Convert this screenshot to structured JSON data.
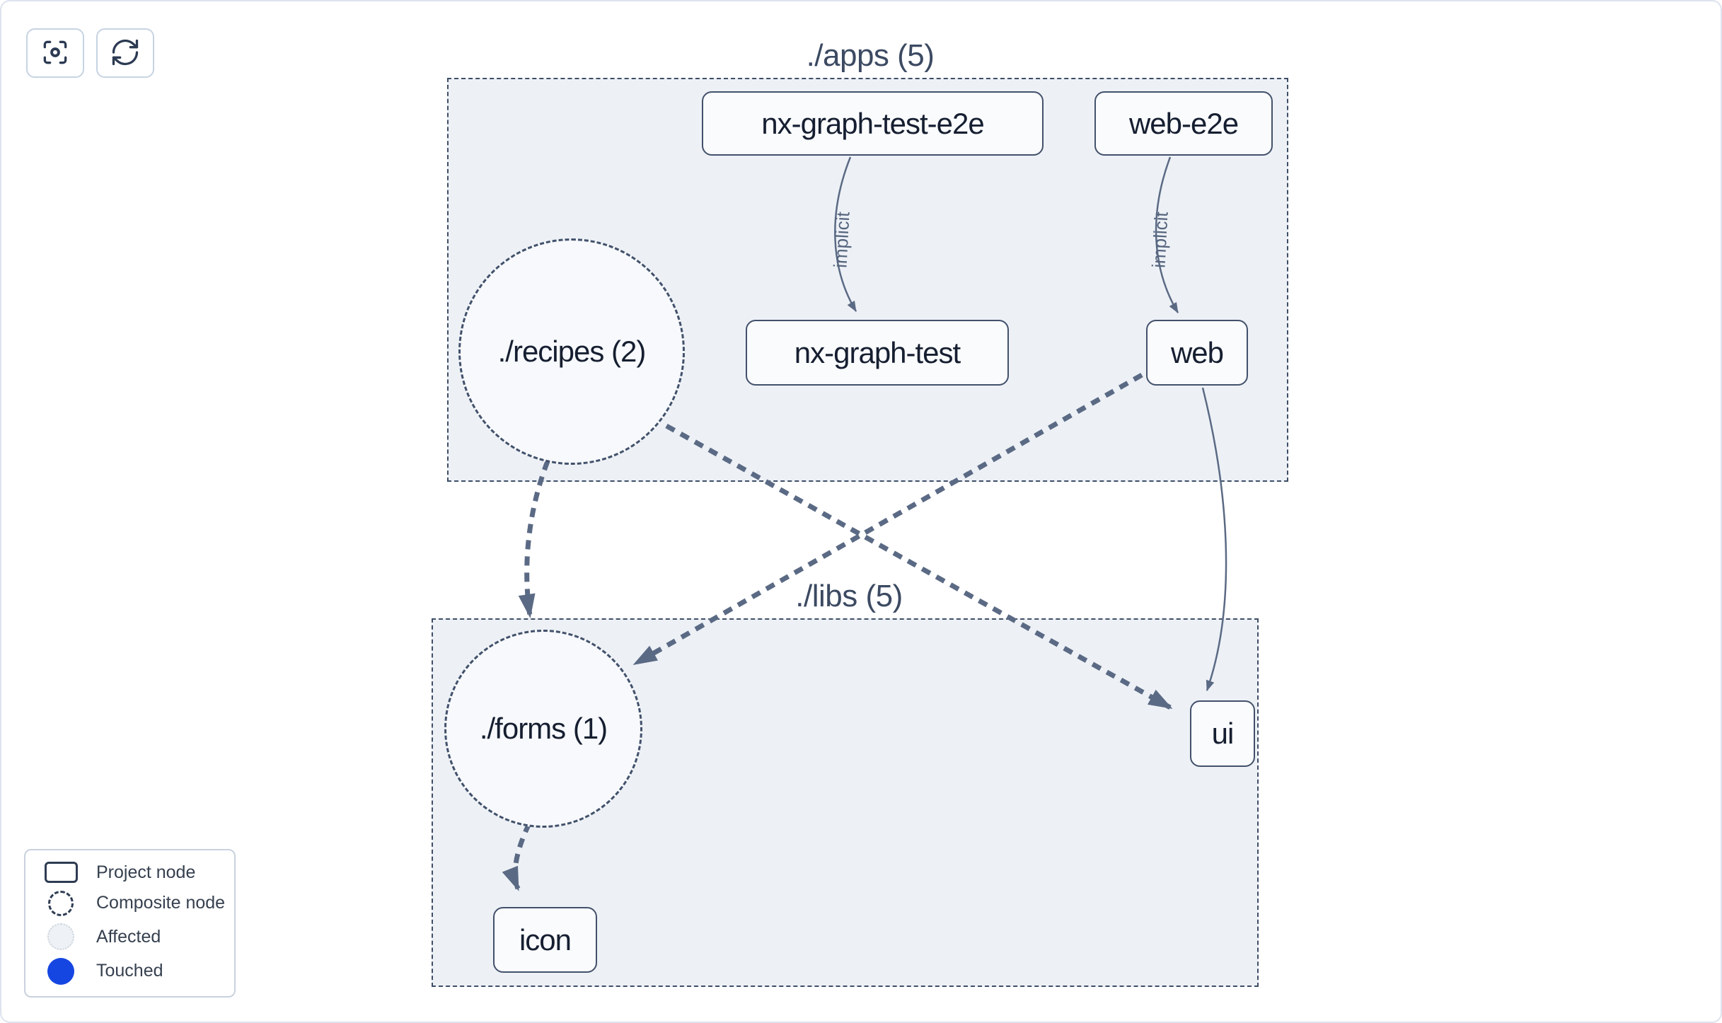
{
  "app": {
    "name": "nx-project-graph",
    "colors": {
      "edge_slate": "#5b6a84",
      "group_fill": "#edf1f6",
      "group_border": "#3f4d66",
      "node_border": "#42516b",
      "node_text": "#161f31",
      "touched_blue": "#1646e2",
      "affected_fill": "#eef1f5"
    }
  },
  "toolbar": {
    "buttons": [
      {
        "name": "focus",
        "icon": "focus-icon"
      },
      {
        "name": "refresh",
        "icon": "refresh-icon"
      }
    ]
  },
  "graph": {
    "groups": [
      {
        "id": "apps",
        "label": "./apps (5)"
      },
      {
        "id": "libs",
        "label": "./libs (5)"
      }
    ],
    "nodes": [
      {
        "id": "nx-graph-test-e2e",
        "label": "nx-graph-test-e2e",
        "type": "project",
        "group": "apps"
      },
      {
        "id": "web-e2e",
        "label": "web-e2e",
        "type": "project",
        "group": "apps"
      },
      {
        "id": "nx-graph-test",
        "label": "nx-graph-test",
        "type": "project",
        "group": "apps"
      },
      {
        "id": "web",
        "label": "web",
        "type": "project",
        "group": "apps"
      },
      {
        "id": "recipes",
        "label": "./recipes (2)",
        "type": "composite",
        "group": "apps"
      },
      {
        "id": "forms",
        "label": "./forms (1)",
        "type": "composite",
        "group": "libs"
      },
      {
        "id": "ui",
        "label": "ui",
        "type": "project",
        "group": "libs"
      },
      {
        "id": "icon",
        "label": "icon",
        "type": "project",
        "group": "libs"
      }
    ],
    "edges": [
      {
        "from": "nx-graph-test-e2e",
        "to": "nx-graph-test",
        "style": "solid",
        "label": "implicit"
      },
      {
        "from": "web-e2e",
        "to": "web",
        "style": "solid",
        "label": "implicit"
      },
      {
        "from": "recipes",
        "to": "forms",
        "style": "dashed",
        "label": ""
      },
      {
        "from": "recipes",
        "to": "ui",
        "style": "dashed",
        "label": ""
      },
      {
        "from": "web",
        "to": "forms",
        "style": "dashed",
        "label": ""
      },
      {
        "from": "web",
        "to": "ui",
        "style": "solid",
        "label": ""
      },
      {
        "from": "forms",
        "to": "icon",
        "style": "dashed",
        "label": ""
      }
    ]
  },
  "legend": {
    "items": [
      {
        "label": "Project node",
        "swatch": "project-node-swatch"
      },
      {
        "label": "Composite node",
        "swatch": "composite-node-swatch"
      },
      {
        "label": "Affected",
        "swatch": "affected-swatch"
      },
      {
        "label": "Touched",
        "swatch": "touched-swatch"
      }
    ]
  }
}
